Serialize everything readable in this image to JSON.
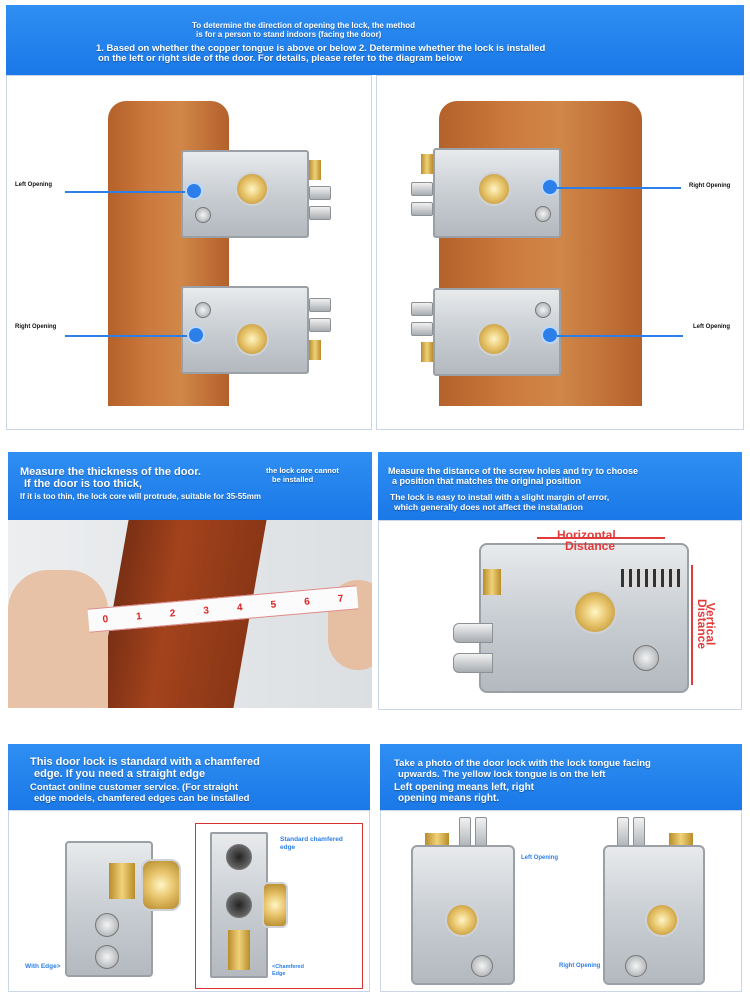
{
  "top_banner": {
    "line1": "To determine the direction of opening the lock, the method",
    "line2": "is for a person to stand indoors (facing the door)",
    "line3": "1. Based on whether the copper tongue is above or below 2. Determine whether the lock is installed",
    "line4": "on the left or right side of the door. For details, please refer to the diagram below"
  },
  "diagram_left": {
    "top_label": "Left Opening",
    "bottom_label": "Right Opening"
  },
  "diagram_right": {
    "top_label": "Right Opening",
    "bottom_label": "Left Opening"
  },
  "measure_panel": {
    "heading1": "Measure the thickness of the door.",
    "heading2": "If the door is too thick,",
    "aside1": "the lock core cannot",
    "aside2": "be installed",
    "note": "If it is too thin, the lock core will protrude, suitable for 35-55mm",
    "ruler_ticks": [
      "0",
      "1",
      "2",
      "3",
      "4",
      "5",
      "6",
      "7"
    ]
  },
  "screw_panel": {
    "line1": "Measure the distance of the screw holes and try to choose",
    "line2": "a position that matches the original position",
    "line3": "The lock is easy to install with a slight margin of error,",
    "line4": "which generally does not affect the installation",
    "horizontal1": "Horizontal",
    "horizontal2": "Distance",
    "vertical1": "Vertical",
    "vertical2": "Distance"
  },
  "edge_panel": {
    "line1": "This door lock is standard with a chamfered",
    "line2": "edge. If you need a straight edge",
    "line3": "Contact online customer service. (For straight",
    "line4": "edge models, chamfered edges can be installed",
    "with_edge": "With Edge>",
    "standard1": "Standard chamfered",
    "standard2": "edge",
    "chamfered1": "<Chamfered",
    "chamfered2": "Edge"
  },
  "photo_panel": {
    "line1": "Take a photo of the door lock with the lock tongue facing",
    "line2": "upwards. The yellow lock tongue is on the left",
    "line3": "Left opening means left, right",
    "line4": "opening means right.",
    "left_label": "Left Opening",
    "right_label": "Right Opening"
  },
  "colors": {
    "banner_blue": "#1a78e8",
    "marker_blue": "#2c7fe8",
    "dimension_red": "#e23b3b"
  }
}
